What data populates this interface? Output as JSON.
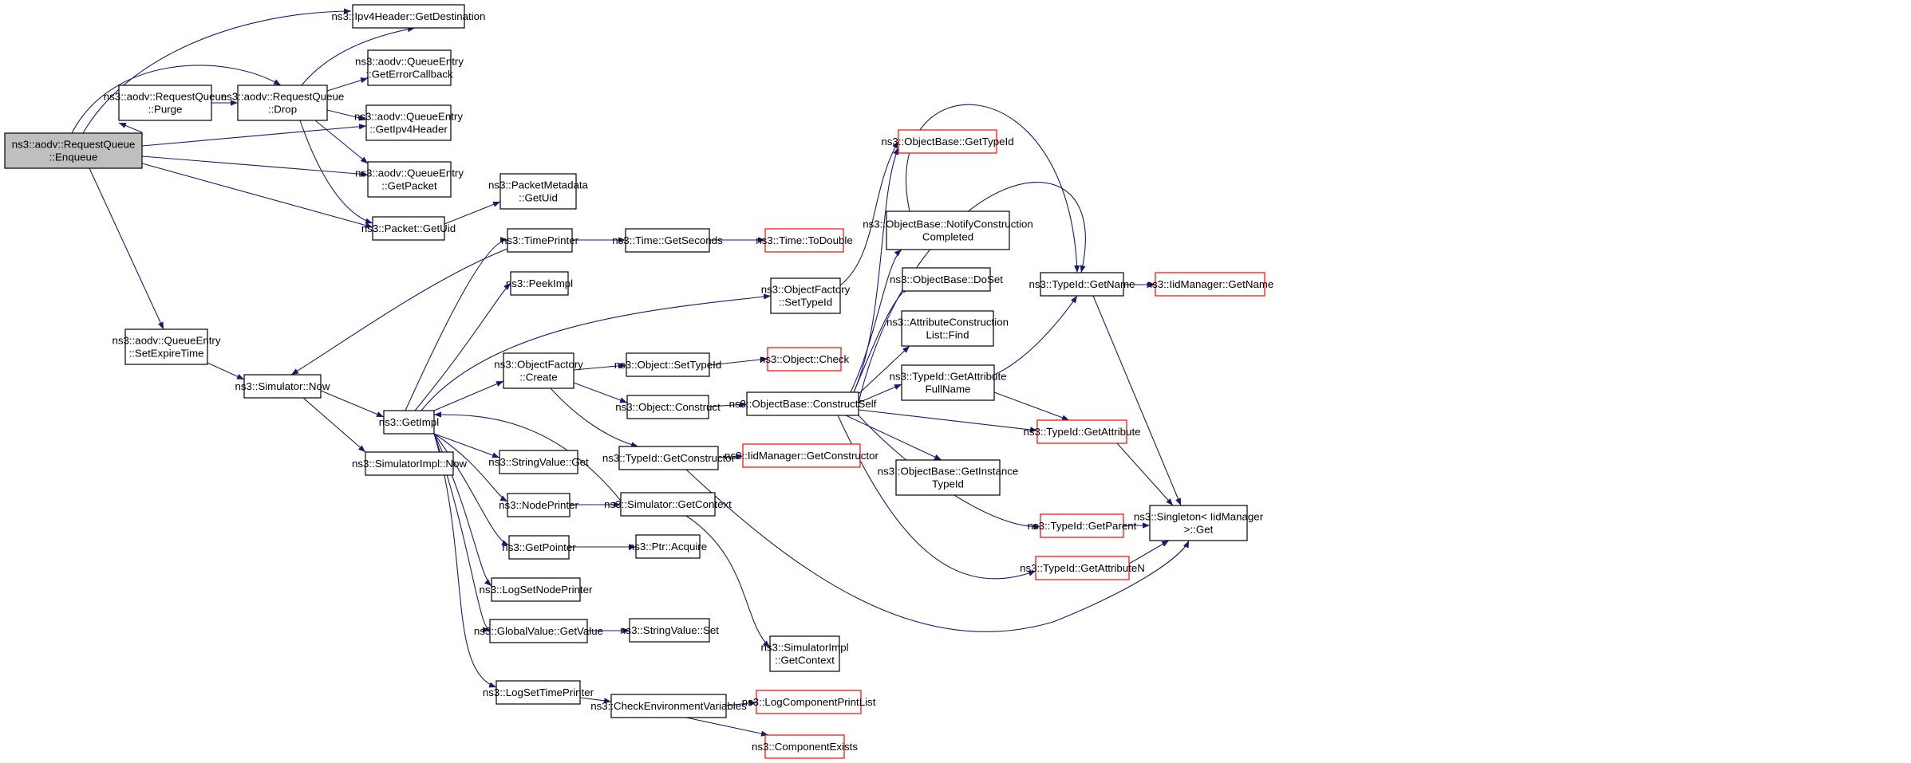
{
  "colors": {
    "edge": "#191970",
    "node_border": "#000000",
    "truncated_border": "#ff0000",
    "root_fill": "#bfbfbf",
    "node_fill": "#ffffff"
  },
  "nodes": [
    {
      "id": "enqueue",
      "lines": [
        "ns3::aodv::RequestQueue",
        "::Enqueue"
      ],
      "style": "root"
    },
    {
      "id": "ipv4getdest",
      "lines": [
        "ns3::Ipv4Header::GetDestination"
      ],
      "style": "normal"
    },
    {
      "id": "purge",
      "lines": [
        "ns3::aodv::RequestQueue",
        "::Purge"
      ],
      "style": "normal"
    },
    {
      "id": "drop",
      "lines": [
        "ns3::aodv::RequestQueue",
        "::Drop"
      ],
      "style": "normal"
    },
    {
      "id": "geterrcb",
      "lines": [
        "ns3::aodv::QueueEntry",
        "::GetErrorCallback"
      ],
      "style": "normal"
    },
    {
      "id": "getipv4hdr",
      "lines": [
        "ns3::aodv::QueueEntry",
        "::GetIpv4Header"
      ],
      "style": "normal"
    },
    {
      "id": "getpacket",
      "lines": [
        "ns3::aodv::QueueEntry",
        "::GetPacket"
      ],
      "style": "normal"
    },
    {
      "id": "pktgetuid",
      "lines": [
        "ns3::Packet::GetUid"
      ],
      "style": "normal"
    },
    {
      "id": "pmgetuid",
      "lines": [
        "ns3::PacketMetadata",
        "::GetUid"
      ],
      "style": "normal"
    },
    {
      "id": "setexpire",
      "lines": [
        "ns3::aodv::QueueEntry",
        "::SetExpireTime"
      ],
      "style": "normal"
    },
    {
      "id": "simnow",
      "lines": [
        "ns3::Simulator::Now"
      ],
      "style": "normal"
    },
    {
      "id": "getimpl",
      "lines": [
        "ns3::GetImpl"
      ],
      "style": "normal"
    },
    {
      "id": "simimplnow",
      "lines": [
        "ns3::SimulatorImpl::Now"
      ],
      "style": "normal"
    },
    {
      "id": "timeprinter",
      "lines": [
        "ns3::TimePrinter"
      ],
      "style": "normal"
    },
    {
      "id": "peekimpl",
      "lines": [
        "ns3::PeekImpl"
      ],
      "style": "normal"
    },
    {
      "id": "ofcreate",
      "lines": [
        "ns3::ObjectFactory",
        "::Create"
      ],
      "style": "normal"
    },
    {
      "id": "stringvalget",
      "lines": [
        "ns3::StringValue::Get"
      ],
      "style": "normal"
    },
    {
      "id": "nodeprinter",
      "lines": [
        "ns3::NodePrinter"
      ],
      "style": "normal"
    },
    {
      "id": "getpointer",
      "lines": [
        "ns3::GetPointer"
      ],
      "style": "normal"
    },
    {
      "id": "logsetnodeprinter",
      "lines": [
        "ns3::LogSetNodePrinter"
      ],
      "style": "normal"
    },
    {
      "id": "gvgetvalue",
      "lines": [
        "ns3::GlobalValue::GetValue"
      ],
      "style": "normal"
    },
    {
      "id": "logsettimeprinter",
      "lines": [
        "ns3::LogSetTimePrinter"
      ],
      "style": "normal"
    },
    {
      "id": "timegetseconds",
      "lines": [
        "ns3::Time::GetSeconds"
      ],
      "style": "normal"
    },
    {
      "id": "timetodouble",
      "lines": [
        "ns3::Time::ToDouble"
      ],
      "style": "truncated"
    },
    {
      "id": "ofsettypeid",
      "lines": [
        "ns3::ObjectFactory",
        "::SetTypeId"
      ],
      "style": "normal"
    },
    {
      "id": "objsettypeid",
      "lines": [
        "ns3::Object::SetTypeId"
      ],
      "style": "normal"
    },
    {
      "id": "objcheck",
      "lines": [
        "ns3::Object::Check"
      ],
      "style": "truncated"
    },
    {
      "id": "objconstruct",
      "lines": [
        "ns3::Object::Construct"
      ],
      "style": "normal"
    },
    {
      "id": "typeidgetctor",
      "lines": [
        "ns3::TypeId::GetConstructor"
      ],
      "style": "normal"
    },
    {
      "id": "iidgetctor",
      "lines": [
        "ns3::IidManager::GetConstructor"
      ],
      "style": "truncated"
    },
    {
      "id": "simgetcontext",
      "lines": [
        "ns3::Simulator::GetContext"
      ],
      "style": "normal"
    },
    {
      "id": "ptracquire",
      "lines": [
        "ns3::Ptr::Acquire"
      ],
      "style": "normal"
    },
    {
      "id": "strvalset",
      "lines": [
        "ns3::StringValue::Set"
      ],
      "style": "normal"
    },
    {
      "id": "simimplgetctx",
      "lines": [
        "ns3::SimulatorImpl",
        "::GetContext"
      ],
      "style": "normal"
    },
    {
      "id": "checkenv",
      "lines": [
        "ns3::CheckEnvironmentVariables"
      ],
      "style": "normal"
    },
    {
      "id": "logcompprint",
      "lines": [
        "ns3::LogComponentPrintList"
      ],
      "style": "truncated"
    },
    {
      "id": "compexists",
      "lines": [
        "ns3::ComponentExists"
      ],
      "style": "truncated"
    },
    {
      "id": "obgettypeid",
      "lines": [
        "ns3::ObjectBase::GetTypeId"
      ],
      "style": "truncated"
    },
    {
      "id": "obnotify",
      "lines": [
        "ns3::ObjectBase::NotifyConstruction",
        "Completed"
      ],
      "style": "normal"
    },
    {
      "id": "obdoset",
      "lines": [
        "ns3::ObjectBase::DoSet"
      ],
      "style": "normal"
    },
    {
      "id": "aclfind",
      "lines": [
        "ns3::AttributeConstruction",
        "List::Find"
      ],
      "style": "normal"
    },
    {
      "id": "obconstructself",
      "lines": [
        "ns3::ObjectBase::ConstructSelf"
      ],
      "style": "normal"
    },
    {
      "id": "tigetattrfull",
      "lines": [
        "ns3::TypeId::GetAttribute",
        "FullName"
      ],
      "style": "normal"
    },
    {
      "id": "obgetinst",
      "lines": [
        "ns3::ObjectBase::GetInstance",
        "TypeId"
      ],
      "style": "normal"
    },
    {
      "id": "tigetname",
      "lines": [
        "ns3::TypeId::GetName"
      ],
      "style": "normal"
    },
    {
      "id": "iidgetname",
      "lines": [
        "ns3::IidManager::GetName"
      ],
      "style": "truncated"
    },
    {
      "id": "tigetattr",
      "lines": [
        "ns3::TypeId::GetAttribute"
      ],
      "style": "truncated"
    },
    {
      "id": "tigetparent",
      "lines": [
        "ns3::TypeId::GetParent"
      ],
      "style": "truncated"
    },
    {
      "id": "tigetattrn",
      "lines": [
        "ns3::TypeId::GetAttributeN"
      ],
      "style": "truncated"
    },
    {
      "id": "singletonget",
      "lines": [
        "ns3::Singleton< IidManager",
        ">::Get"
      ],
      "style": "normal"
    }
  ]
}
